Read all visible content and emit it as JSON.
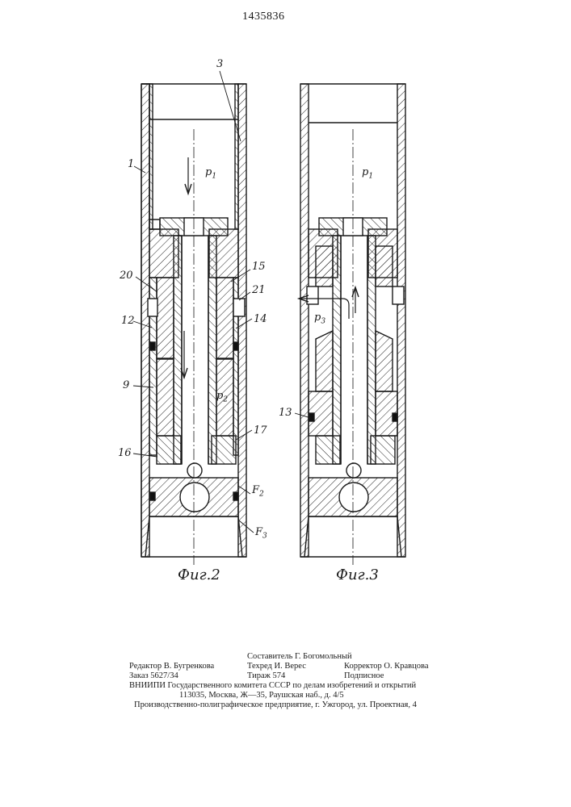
{
  "document": {
    "patent_number": "1435836",
    "figures": [
      {
        "caption": "Фиг.2"
      },
      {
        "caption": "Фиг.3"
      }
    ],
    "labels_fig2": {
      "ref_3": "3",
      "ref_1": "1",
      "ref_20": "20",
      "ref_15": "15",
      "ref_21": "21",
      "ref_12": "12",
      "ref_14": "14",
      "ref_9": "9",
      "ref_17": "17",
      "ref_16": "16",
      "p1": "p",
      "p1_sub": "1",
      "p2": "p",
      "p2_sub": "2",
      "f2": "F",
      "f2_sub": "2",
      "f3": "F",
      "f3_sub": "3"
    },
    "labels_fig3": {
      "p1": "p",
      "p1_sub": "1",
      "p3": "p",
      "p3_sub": "3",
      "ref_13": "13"
    },
    "footer": {
      "compiler": "Составитель Г. Богомольный",
      "editor": "Редактор В. Бугренкова",
      "techred": "Техред И. Верес",
      "corrector": "Корректор О. Кравцова",
      "order": "Заказ 5627/34",
      "circulation": "Тираж 574",
      "subscription": "Подписное",
      "institute": "ВНИИПИ Государственного комитета СССР по делам изобретений и открытий",
      "address": "113035, Москва, Ж—35, Раушская наб., д. 4/5",
      "printer": "Производственно-полиграфическое предприятие, г. Ужгород, ул. Проектная, 4"
    }
  }
}
